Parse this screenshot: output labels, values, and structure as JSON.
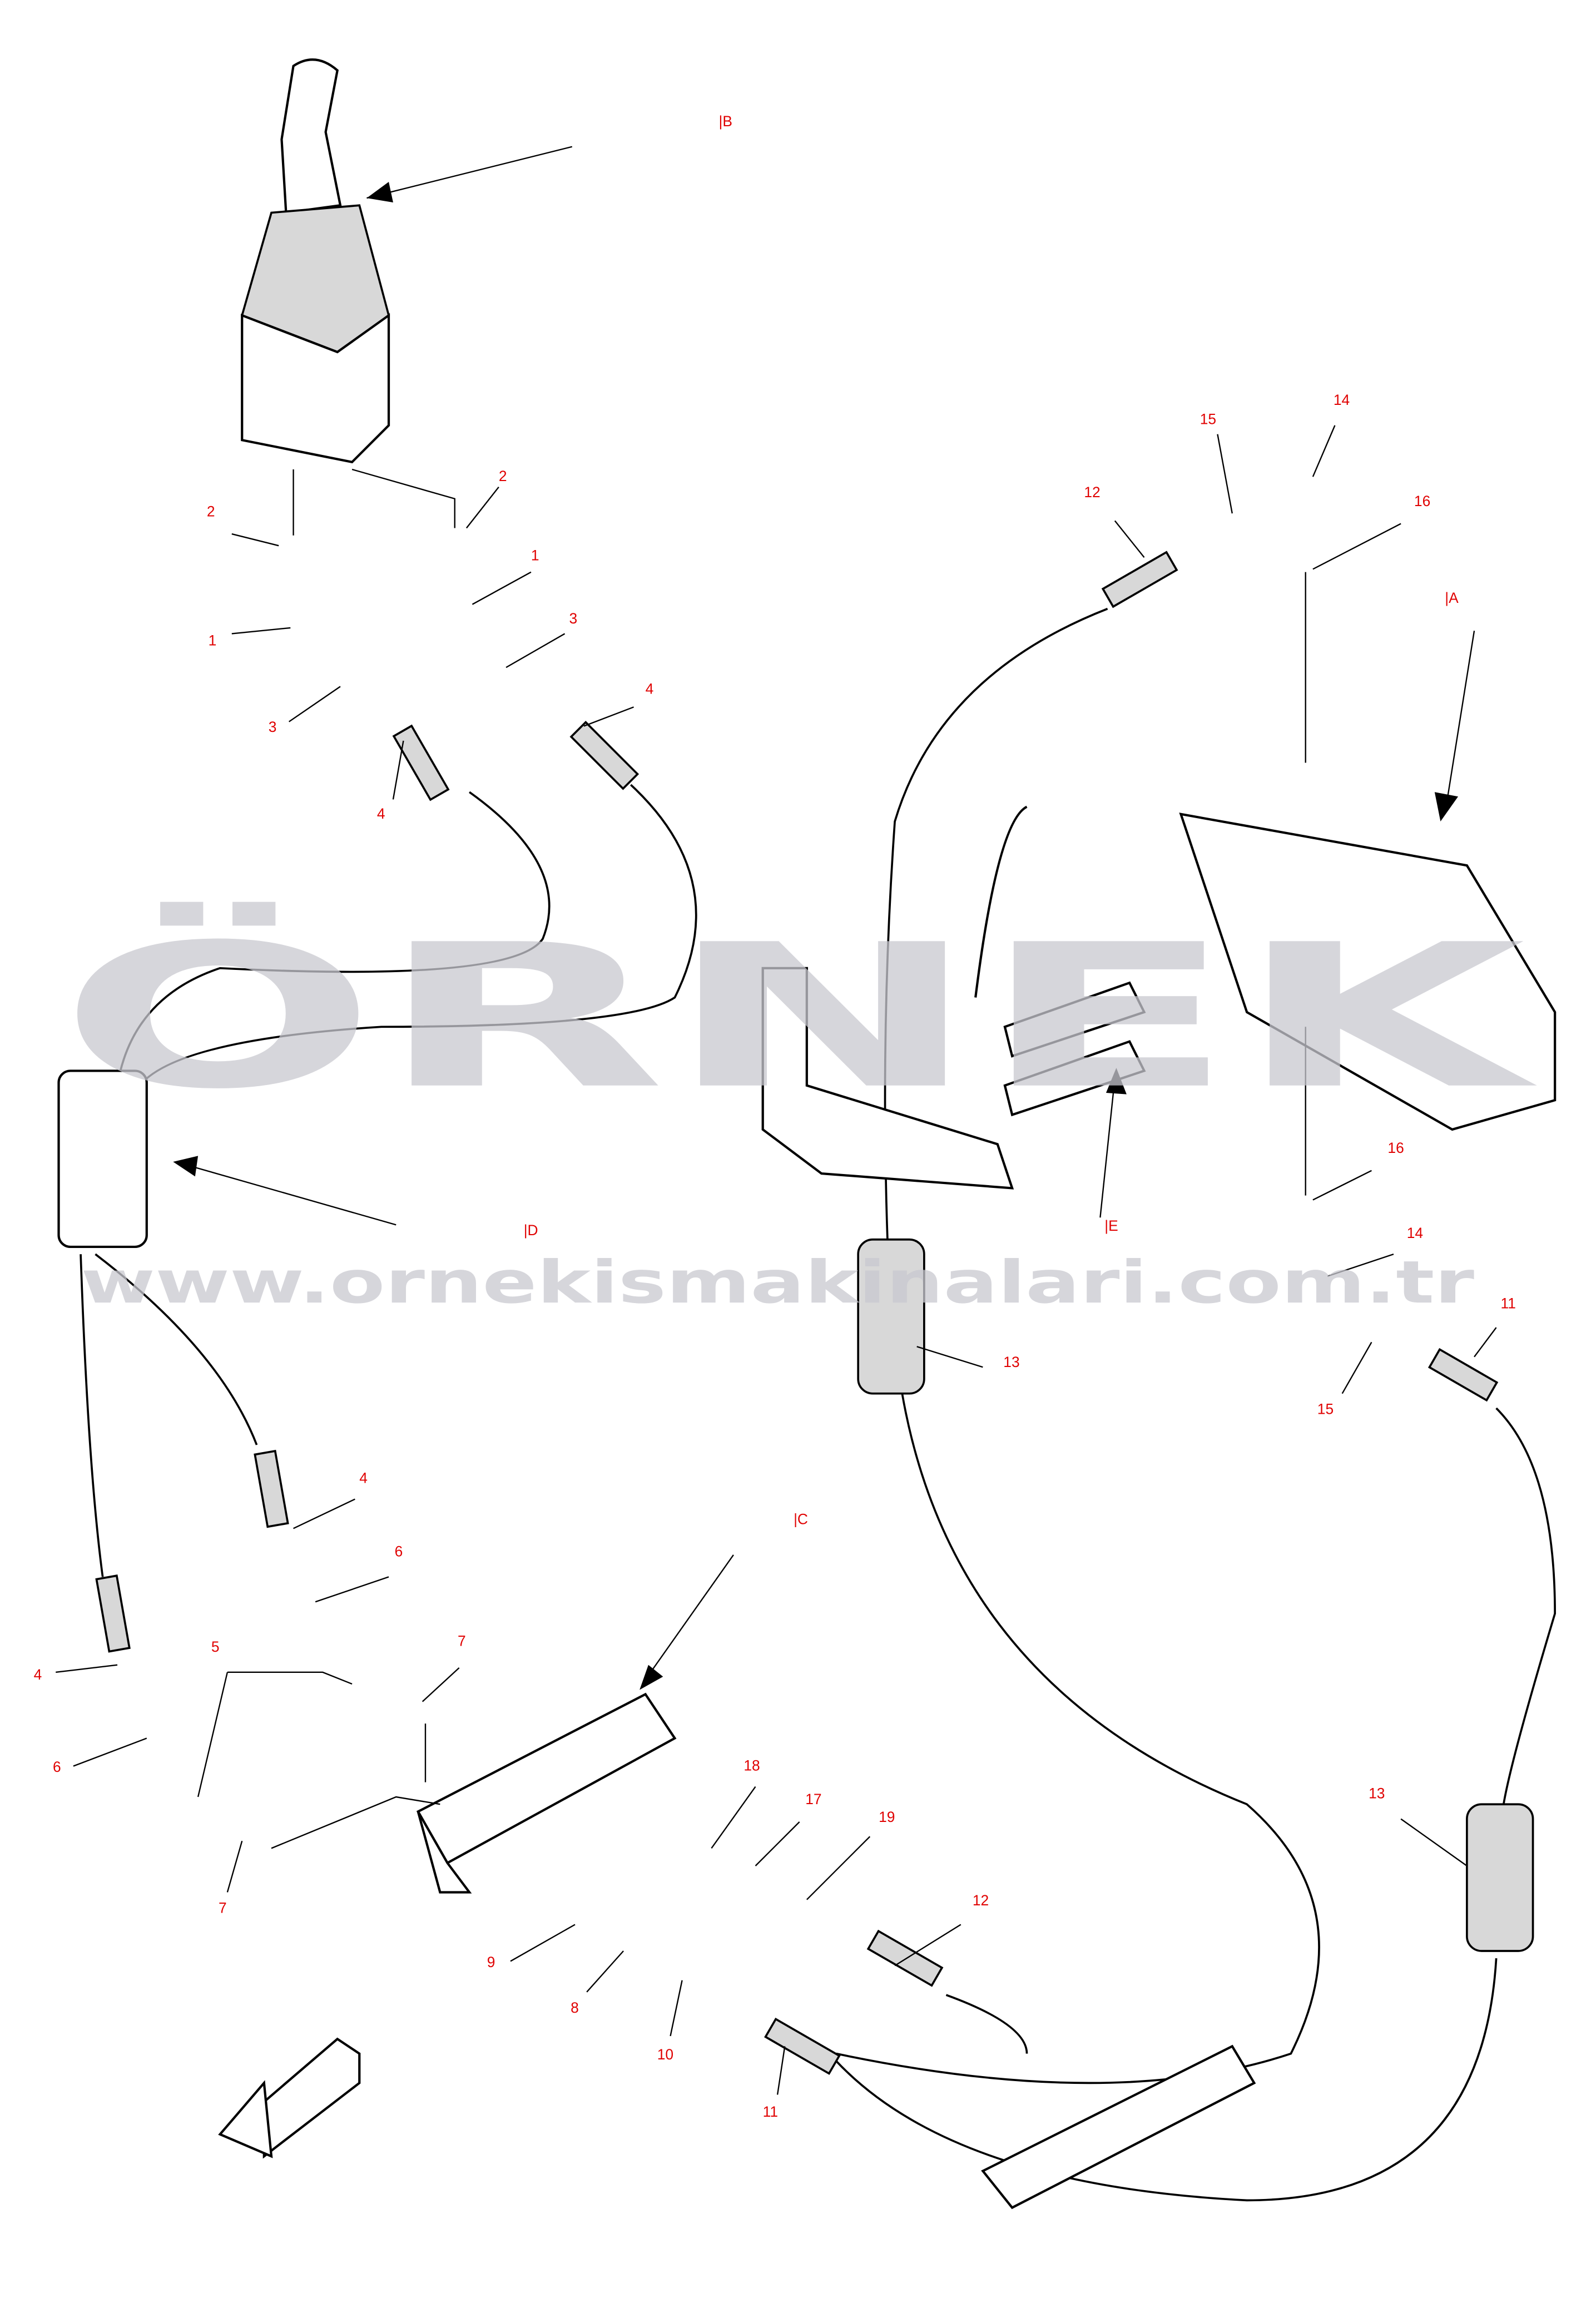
{
  "diagram": {
    "title": "Pilot control hydraulic lines exploded view",
    "label_color": "#e00000",
    "watermark": {
      "logo": "ÖRNEK",
      "url": "www.ornekismakinalari.com.tr"
    },
    "sections": {
      "A": "|A",
      "B": "|B",
      "C": "|C",
      "D": "|D",
      "E": "|E"
    },
    "callouts": {
      "c2a": "2",
      "c2b": "2",
      "c1a": "1",
      "c1b": "1",
      "c3a": "3",
      "c3b": "3",
      "c4a": "4",
      "c4b": "4",
      "c4c": "4",
      "c4d": "4",
      "c15a": "15",
      "c14a": "14",
      "c12a": "12",
      "c16a": "16",
      "c16b": "16",
      "c14b": "14",
      "c11a": "11",
      "c15b": "15",
      "c13a": "13",
      "c13b": "13",
      "c6a": "6",
      "c6b": "6",
      "c7a": "7",
      "c7b": "7",
      "c5": "5",
      "c18": "18",
      "c17": "17",
      "c19": "19",
      "c12b": "12",
      "c9": "9",
      "c8": "8",
      "c10": "10",
      "c11b": "11"
    }
  }
}
